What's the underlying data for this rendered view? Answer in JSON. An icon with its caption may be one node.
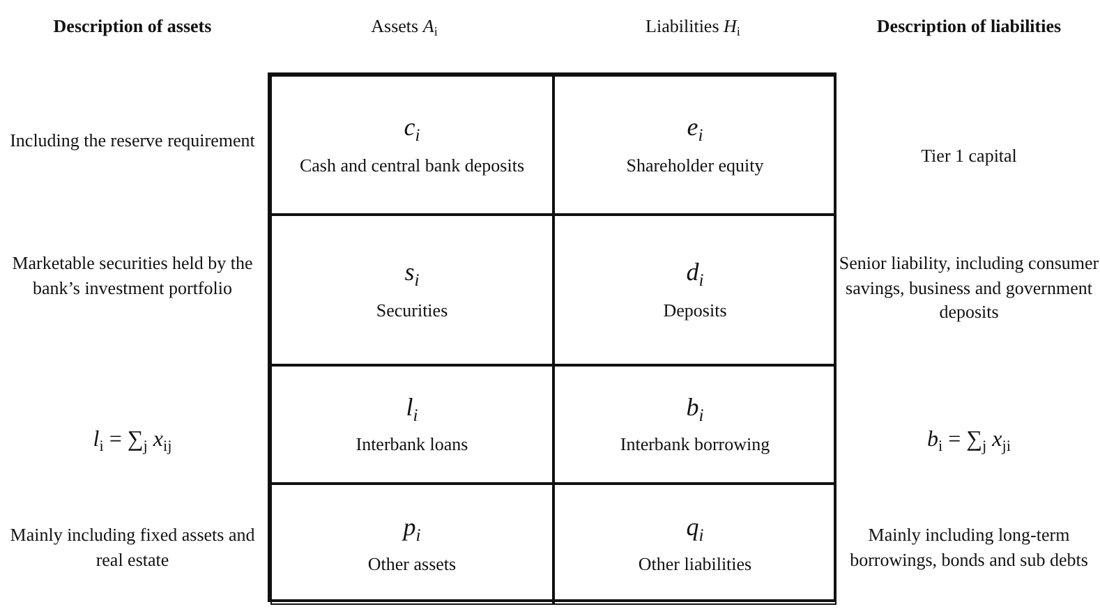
{
  "diagram": {
    "nodes": [
      {
        "text": [
          "c$_{i}$",
          "Cash and central bank deposits"
        ]
      },
      {
        "text": [
          "e$_{i}$",
          "Shareholder equity"
        ]
      },
      {
        "text": [
          "s$_{i}$",
          "Securities"
        ]
      },
      {
        "text": [
          "d$_{i}$",
          "Deposits"
        ]
      },
      {
        "text": [
          "l$_{i}$",
          "Interbank loans"
        ]
      },
      {
        "text": [
          "b$_{i}$",
          "Interbank borrowing"
        ]
      },
      {
        "text": [
          "p$_{i}$",
          "Other assets"
        ]
      },
      {
        "text": [
          "q$_{i}$",
          "Other liabilities"
        ]
      }
    ],
    "labels": [
      "**Description of assets**",
      "Assets *A*$_{i}$",
      "Liabilities *H*$_{i}$",
      "**Description of liabilities**",
      "Including the reserve requirement",
      "Tier 1 capital",
      "Marketable securities held by the bank’s investment portfolio",
      "Senior liability, including consumer savings, business and government deposits",
      "*l*$_{i}$ = ∑$_{j}$ *x*$_{ij}$",
      "*b*$_{i}$ = ∑$_{j}$ *x*$_{ji}$",
      "Mainly including fixed assets and real estate",
      "Mainly including long-term borrowings, bonds and sub debts"
    ]
  }
}
